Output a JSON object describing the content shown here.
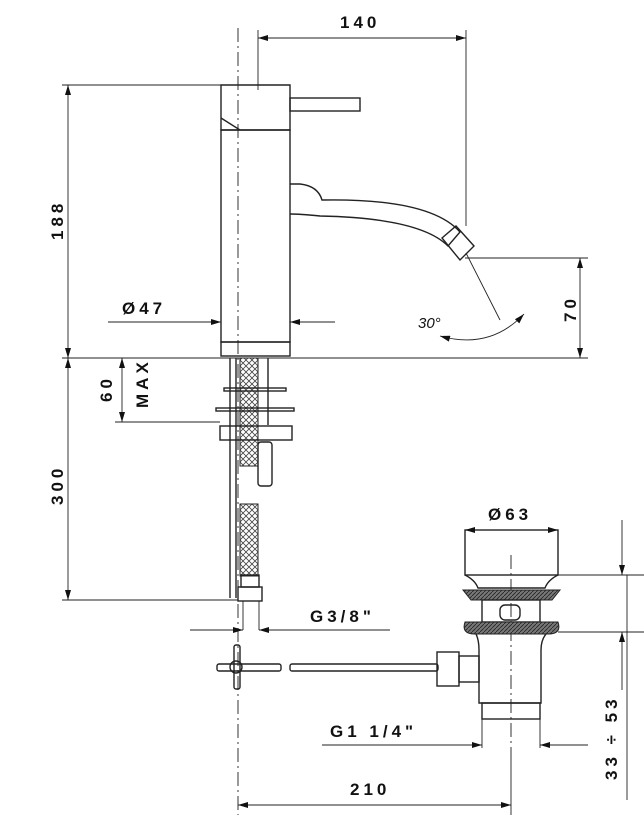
{
  "drawing": {
    "dimensions": {
      "spout_reach": "140",
      "height": "188",
      "spout_height": "70",
      "spout_angle": "30°",
      "body_diameter": "Ø47",
      "deck_thickness_value": "60",
      "deck_thickness_max": "MAX",
      "hose_length": "300",
      "waste_diameter": "Ø63",
      "hose_thread": "G3/8\"",
      "waste_thread": "G1 1/4\"",
      "waste_adjust": "33 ÷ 53",
      "rod_length": "210"
    }
  }
}
